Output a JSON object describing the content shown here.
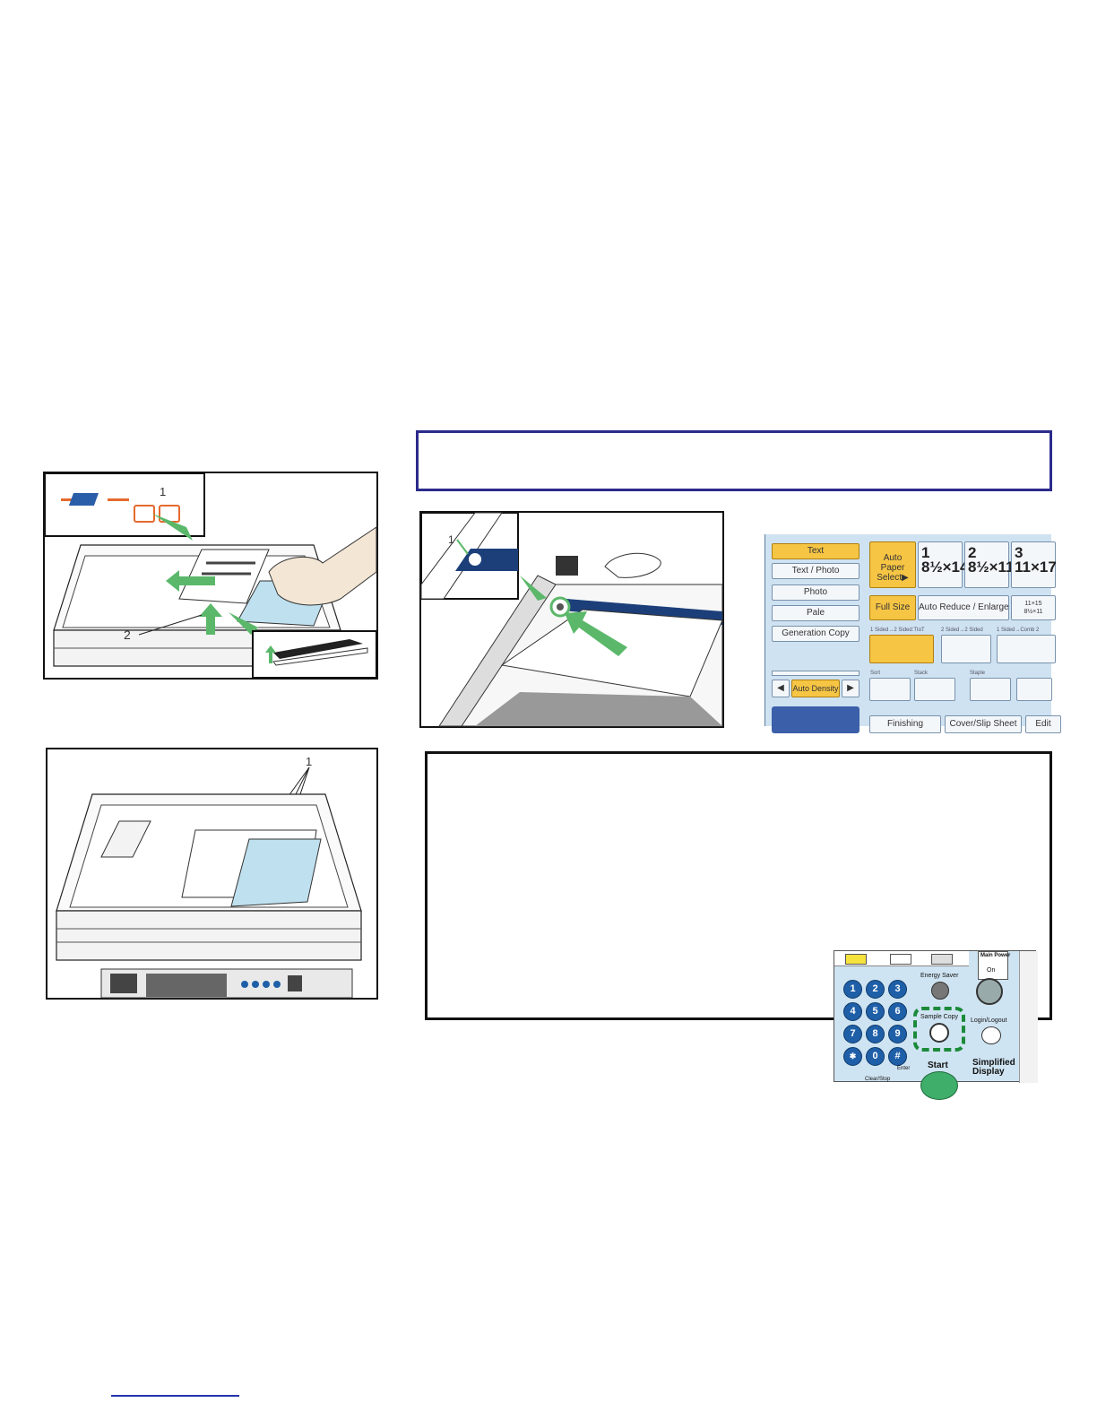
{
  "figure1": {
    "callout_1": "1",
    "callout_2": "2"
  },
  "figure3": {
    "callout_1": "1"
  },
  "figure4": {
    "callouts": [
      "1"
    ]
  },
  "panel": {
    "original_types": [
      "Text",
      "Text / Photo",
      "Photo",
      "Pale",
      "Generation Copy"
    ],
    "auto_paper_select": "Auto Paper Select▶",
    "trays": [
      {
        "number": "1",
        "size": "8½×14"
      },
      {
        "number": "2",
        "size": "8½×11"
      },
      {
        "number": "3",
        "size": "11×17"
      }
    ],
    "full_size": "Full Size",
    "auto_reduce_enlarge": "Auto Reduce / Enlarge",
    "ratio_line1": "11×15",
    "ratio_line2": "8½×11",
    "duplex_labels": [
      "1 Sided→2 Sided:TtoT",
      "2 Sided→2 Sided",
      "1 Sided→Comb 2"
    ],
    "auto_density": "Auto Density",
    "sort_labels": [
      "Sort",
      "Stack",
      "Staple"
    ],
    "bottom_tabs": [
      "Finishing",
      "Cover/Slip Sheet",
      "Edit"
    ]
  },
  "keypad": {
    "keys": [
      "1",
      "2",
      "3",
      "4",
      "5",
      "6",
      "7",
      "8",
      "9",
      "✱",
      "0",
      "#"
    ],
    "energy_saver": "Energy Saver",
    "main_power": "Main Power",
    "on": "On",
    "sample_copy": "Sample Copy",
    "login_logout": "Login/Logout",
    "start": "Start",
    "enter": "Enter",
    "clear_stop": "Clear/Stop",
    "simplified_display": "Simplified Display"
  },
  "colors": {
    "title_border": "#2b2b8c",
    "arrow_green": "#5bb86a",
    "paper_blue": "#bfe0ee",
    "panel_selected": "#f6c544"
  }
}
